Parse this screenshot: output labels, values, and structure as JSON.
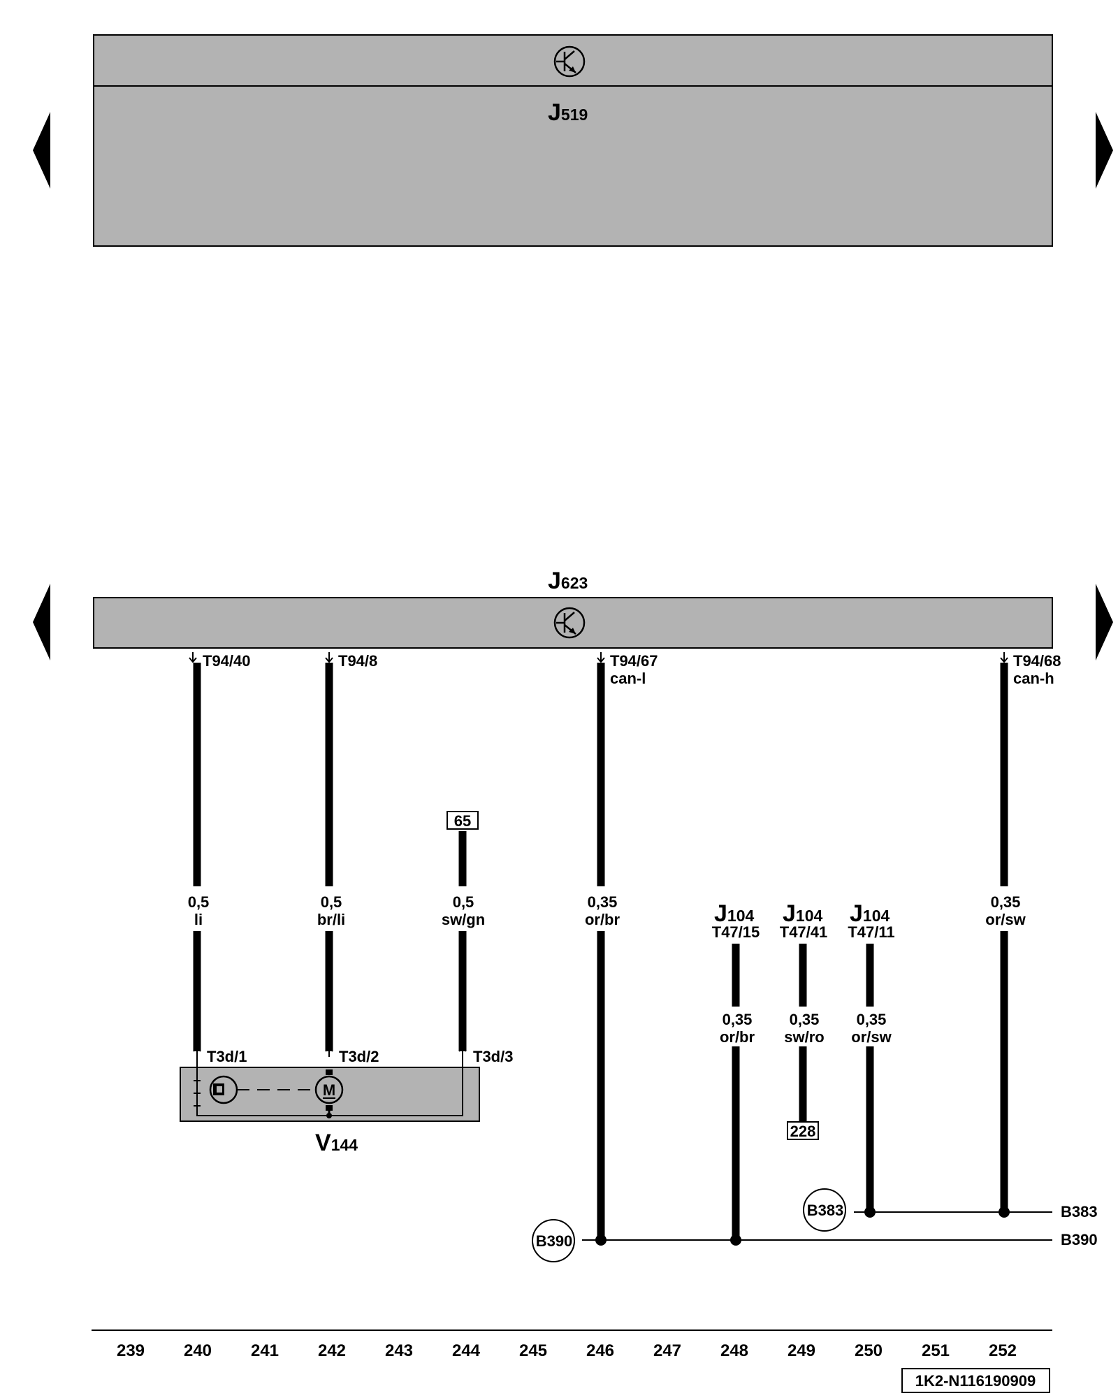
{
  "components": {
    "j519": {
      "name": "J",
      "sub": "519"
    },
    "j623": {
      "name": "J",
      "sub": "623"
    },
    "v144": {
      "name": "V",
      "sub": "144"
    },
    "j104_a": {
      "name": "J",
      "sub": "104",
      "pin": "T47/15"
    },
    "j104_b": {
      "name": "J",
      "sub": "104",
      "pin": "T47/41"
    },
    "j104_c": {
      "name": "J",
      "sub": "104",
      "pin": "T47/11"
    }
  },
  "pins": {
    "t94_40": "T94/40",
    "t94_8": "T94/8",
    "t94_67": "T94/67",
    "t94_67_sig": "can-l",
    "t94_68": "T94/68",
    "t94_68_sig": "can-h",
    "t3d_1": "T3d/1",
    "t3d_2": "T3d/2",
    "t3d_3": "T3d/3"
  },
  "wires": [
    {
      "id": "w240",
      "size": "0,5",
      "color": "li"
    },
    {
      "id": "w242",
      "size": "0,5",
      "color": "br/li"
    },
    {
      "id": "w244",
      "size": "0,5",
      "color": "sw/gn"
    },
    {
      "id": "w246",
      "size": "0,35",
      "color": "or/br"
    },
    {
      "id": "w248",
      "size": "0,35",
      "color": "or/br"
    },
    {
      "id": "w249",
      "size": "0,35",
      "color": "sw/ro"
    },
    {
      "id": "w250",
      "size": "0,35",
      "color": "or/sw"
    },
    {
      "id": "w252",
      "size": "0,35",
      "color": "or/sw"
    }
  ],
  "refs": {
    "r65": "65",
    "r228": "228"
  },
  "connections": {
    "b383_circle": "B383",
    "b390_circle": "B390",
    "b383_end": "B383",
    "b390_end": "B390"
  },
  "motor_symbol": "M",
  "columns": [
    "239",
    "240",
    "241",
    "242",
    "243",
    "244",
    "245",
    "246",
    "247",
    "248",
    "249",
    "250",
    "251",
    "252"
  ],
  "doc_id": "1K2-N116190909",
  "icons": {
    "control_unit_symbol": "ecu-transistor-icon",
    "nav": "triangle-arrow-icon"
  },
  "colors": {
    "unit_fill": "#b3b3b3",
    "wire": "#000000"
  }
}
